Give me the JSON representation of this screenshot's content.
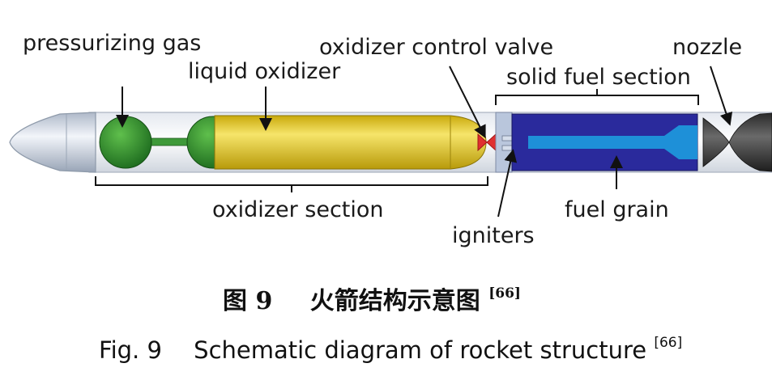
{
  "labels": {
    "pressurizing_gas": "pressurizing gas",
    "liquid_oxidizer": "liquid oxidizer",
    "oxidizer_control_valve": "oxidizer control valve",
    "solid_fuel_section": "solid fuel section",
    "nozzle": "nozzle",
    "oxidizer_section": "oxidizer section",
    "igniters": "igniters",
    "fuel_grain": "fuel grain"
  },
  "caption": {
    "cn_fig": "图 9",
    "cn_title": "火箭结构示意图",
    "cn_ref": "[66]",
    "en_fig": "Fig. 9",
    "en_title": "Schematic diagram of rocket structure",
    "en_ref": "[66]"
  },
  "colors": {
    "gas_sphere": "#2e8b2e",
    "oxidizer_tank": "#e8cf2a",
    "valve": "#e03030",
    "fuel_case": "#2a2a9c",
    "fuel_port": "#1e90d8",
    "nozzle": "#3a3a3a",
    "nose_cone": "#c8d4e4"
  }
}
